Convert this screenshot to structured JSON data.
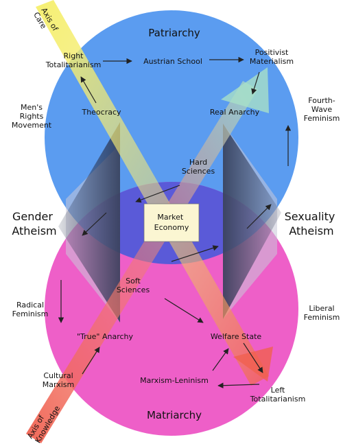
{
  "colors": {
    "patriarchy": "#5b9cf0",
    "matriarchy": "#ee5fc8",
    "overlap": "#5a5ad8",
    "axis_care": "#f5ef6a",
    "axis_knowledge": "#f0604f",
    "market_box": "#fbf6d2",
    "side_gray": "#9a9a9a",
    "triangle_dark": "#2c3550"
  },
  "circles": {
    "top": "Patriarchy",
    "bottom": "Matriarchy"
  },
  "axes": {
    "care": "Axis of\nCare",
    "knowledge": "Axis of\nKnowledge"
  },
  "sides": {
    "left": "Gender\nAtheism",
    "right": "Sexuality\nAtheism"
  },
  "center": "Market\nEconomy",
  "labels": {
    "right_totalitarianism": "Right\nTotalitarianism",
    "austrian_school": "Austrian School",
    "positivist_materialism": "Positivist\nMaterialism",
    "mens_rights": "Men's\nRights\nMovement",
    "theocracy": "Theocracy",
    "real_anarchy": "Real Anarchy",
    "fourth_wave": "Fourth-\nWave\nFeminism",
    "hard_sciences": "Hard\nSciences",
    "soft_sciences": "Soft\nSciences",
    "radical_feminism": "Radical\nFeminism",
    "true_anarchy": "\"True\" Anarchy",
    "welfare_state": "Welfare State",
    "liberal_feminism": "Liberal\nFeminism",
    "cultural_marxism": "Cultural\nMarxism",
    "marxism_leninism": "Marxism-Leninism",
    "left_totalitarianism": "Left\nTotalitarianism"
  }
}
